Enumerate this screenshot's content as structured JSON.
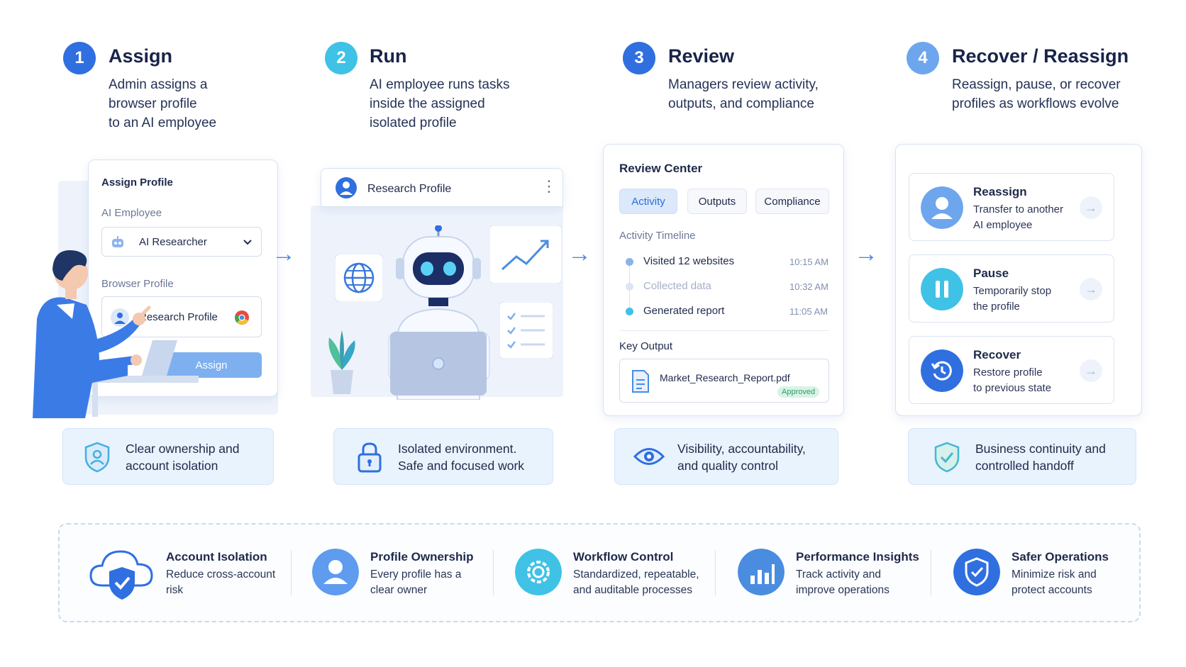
{
  "steps": [
    {
      "num": "1",
      "title": "Assign",
      "desc": "Admin assigns a\nbrowser profile\nto an AI employee",
      "color": "#2f6fe0"
    },
    {
      "num": "2",
      "title": "Run",
      "desc": "AI employee runs tasks\ninside the assigned\nisolated profile",
      "color": "#3fc2e6"
    },
    {
      "num": "3",
      "title": "Review",
      "desc": "Managers review activity,\noutputs, and compliance",
      "color": "#2f6fe0"
    },
    {
      "num": "4",
      "title": "Recover / Reassign",
      "desc": "Reassign, pause, or recover\nprofiles as workflows evolve",
      "color": "#6ea6ee"
    }
  ],
  "assign_card": {
    "title": "Assign Profile",
    "employee_label": "AI Employee",
    "employee_value": "AI Researcher",
    "profile_label": "Browser Profile",
    "profile_value": "Research Profile",
    "button": "Assign"
  },
  "run_card": {
    "title": "Research Profile",
    "menu": "⋮"
  },
  "review_card": {
    "title": "Review Center",
    "tabs": [
      "Activity",
      "Outputs",
      "Compliance"
    ],
    "timeline_label": "Activity Timeline",
    "timeline": [
      {
        "text": "Visited 12 websites",
        "time": "10:15 AM"
      },
      {
        "text": "Collected data",
        "time": "10:32 AM"
      },
      {
        "text": "Generated report",
        "time": "11:05 AM"
      }
    ],
    "output_label": "Key Output",
    "output_file": "Market_Research_Report.pdf",
    "output_badge": "Approved"
  },
  "recover_card": {
    "actions": [
      {
        "title": "Reassign",
        "desc": "Transfer to another\nAI employee",
        "icon": "user-icon"
      },
      {
        "title": "Pause",
        "desc": "Temporarily stop\nthe profile",
        "icon": "pause-icon"
      },
      {
        "title": "Recover",
        "desc": "Restore profile\nto previous state",
        "icon": "restore-icon"
      }
    ],
    "go": "→"
  },
  "benefits": [
    {
      "text": "Clear ownership and\naccount isolation",
      "icon": "shield-user-icon"
    },
    {
      "text": "Isolated environment.\nSafe and focused work",
      "icon": "lock-icon"
    },
    {
      "text": "Visibility, accountability,\nand quality control",
      "icon": "eye-icon"
    },
    {
      "text": "Business continuity and\ncontrolled handoff",
      "icon": "shield-check-icon"
    }
  ],
  "features": [
    {
      "title": "Account Isolation",
      "desc": "Reduce cross-account\nrisk",
      "icon": "cloud-shield-icon"
    },
    {
      "title": "Profile Ownership",
      "desc": "Every profile has a\nclear owner",
      "icon": "user-icon"
    },
    {
      "title": "Workflow Control",
      "desc": "Standardized, repeatable,\nand auditable processes",
      "icon": "gear-icon"
    },
    {
      "title": "Performance Insights",
      "desc": "Track activity and\nimprove operations",
      "icon": "bar-chart-icon"
    },
    {
      "title": "Safer Operations",
      "desc": "Minimize risk and\nprotect accounts",
      "icon": "shield-check-icon"
    }
  ],
  "arrow_glyph": "→"
}
